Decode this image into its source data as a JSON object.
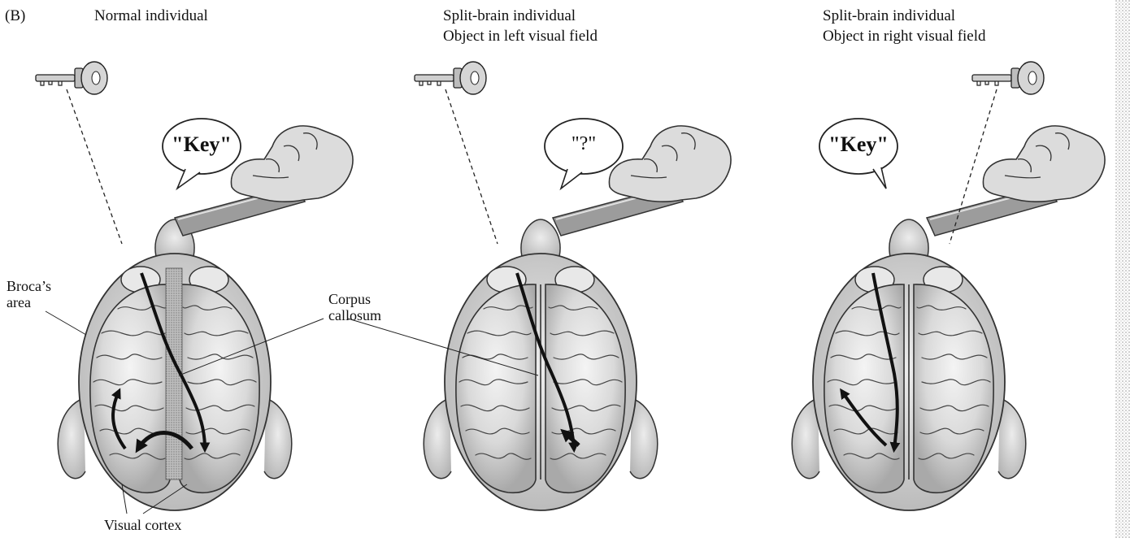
{
  "figure": {
    "panel_tag": "(B)",
    "panels": [
      {
        "title_lines": [
          "Normal individual"
        ],
        "speech": "\"Key\""
      },
      {
        "title_lines": [
          "Split-brain individual",
          "Object in left visual field"
        ],
        "speech": "\"?\""
      },
      {
        "title_lines": [
          "Split-brain individual",
          "Object in right visual field"
        ],
        "speech": "\"Key\""
      }
    ],
    "labels": {
      "brocas_area_line1": "Broca’s",
      "brocas_area_line2": "area",
      "corpus_callosum_line1": "Corpus",
      "corpus_callosum_line2": "callosum",
      "visual_cortex": "Visual cortex"
    },
    "colors": {
      "background": "#ffffff",
      "head": "#d6d6d6",
      "brain": "#c4c4c4",
      "brain_hl": "#f1f1f1",
      "ink": "#111111",
      "stipple_strip": "#bdbdbd"
    }
  }
}
